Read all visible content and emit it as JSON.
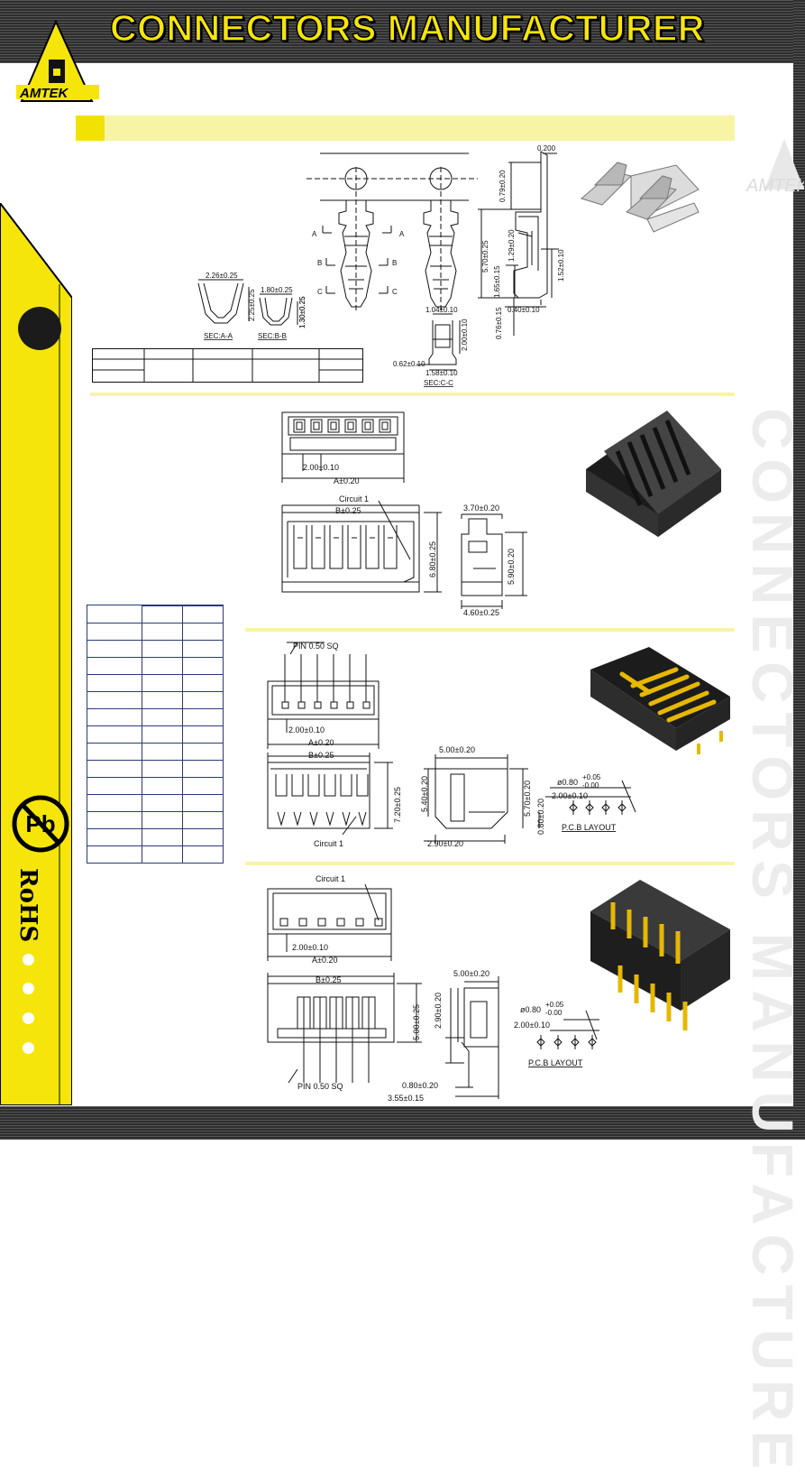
{
  "header": {
    "title": "CONNECTORS MANUFACTURER",
    "logo_text": "AMTEK"
  },
  "sidebar": {
    "rohs_label": "RoHS",
    "pb_label": "Pb"
  },
  "watermark": {
    "text": "CONNECTORS MANUFACTURE",
    "logo_text": "AMTEK"
  },
  "terminal": {
    "dims": {
      "t200": "0.200",
      "t079": "0.79±0.20",
      "t570": "5.70±0.25",
      "t129": "1.29±0.20",
      "t152": "1.52±0.10",
      "t165": "1.65±0.15",
      "t040": "0.40±0.10",
      "t076": "0.76±0.15",
      "t104": "1.04±0.10",
      "t200b": "2.00±0.10",
      "t062": "0.62±0.10",
      "t158": "1.58±0.10",
      "t226": "2.26±0.25",
      "t225": "2.25±0.25",
      "t180": "1.80±0.25",
      "t130": "1.30±0.25"
    },
    "labels": {
      "a": "A",
      "b": "B",
      "c": "C",
      "sec_aa": "SEC:A-A",
      "sec_bb": "SEC:B-B",
      "sec_cc": "SEC:C-C"
    }
  },
  "housing": {
    "pitch": "2.00±0.10",
    "a": "A±0.20",
    "circuit1": "Circuit 1",
    "b": "B±0.25",
    "h680": "6.80±0.25",
    "w370": "3.70±0.20",
    "h590": "5.90±0.20",
    "w460": "4.60±0.25"
  },
  "smt_right_angle": {
    "pin": "PIN 0.50 SQ",
    "pitch": "2.00±0.10",
    "a": "A±0.20",
    "b": "B±0.25",
    "h720": "7.20±0.25",
    "circuit1": "Circuit 1",
    "w500": "5.00±0.20",
    "h540": "5.40±0.20",
    "h570": "5.70±0.20",
    "h080": "0.80±0.20",
    "w290": "2.90±0.20",
    "hole": "ø0.80",
    "hole_tol_plus": "+0.05",
    "hole_tol_minus": "-0.00",
    "pcb_pitch": "2.00±0.10",
    "pcb_label": "P.C.B LAYOUT"
  },
  "smt_vertical": {
    "circuit1": "Circuit 1",
    "pitch": "2.00±0.10",
    "a": "A±0.20",
    "b": "B±0.25",
    "h500": "5.00±0.25",
    "h290": "2.90±0.20",
    "w500": "5.00±0.20",
    "pin": "PIN 0.50 SQ",
    "w080": "0.80±0.20",
    "w355": "3.55±0.15",
    "hole": "ø0.80",
    "hole_tol_plus": "+0.05",
    "hole_tol_minus": "-0.00",
    "pcb_pitch": "2.00±0.10",
    "pcb_label": "P.C.B LAYOUT"
  },
  "colors": {
    "yellow": "#f5e50a",
    "pale_yellow": "#f8f4a6",
    "table_border": "#2a3a7a",
    "pin_gold": "#e6b800"
  }
}
